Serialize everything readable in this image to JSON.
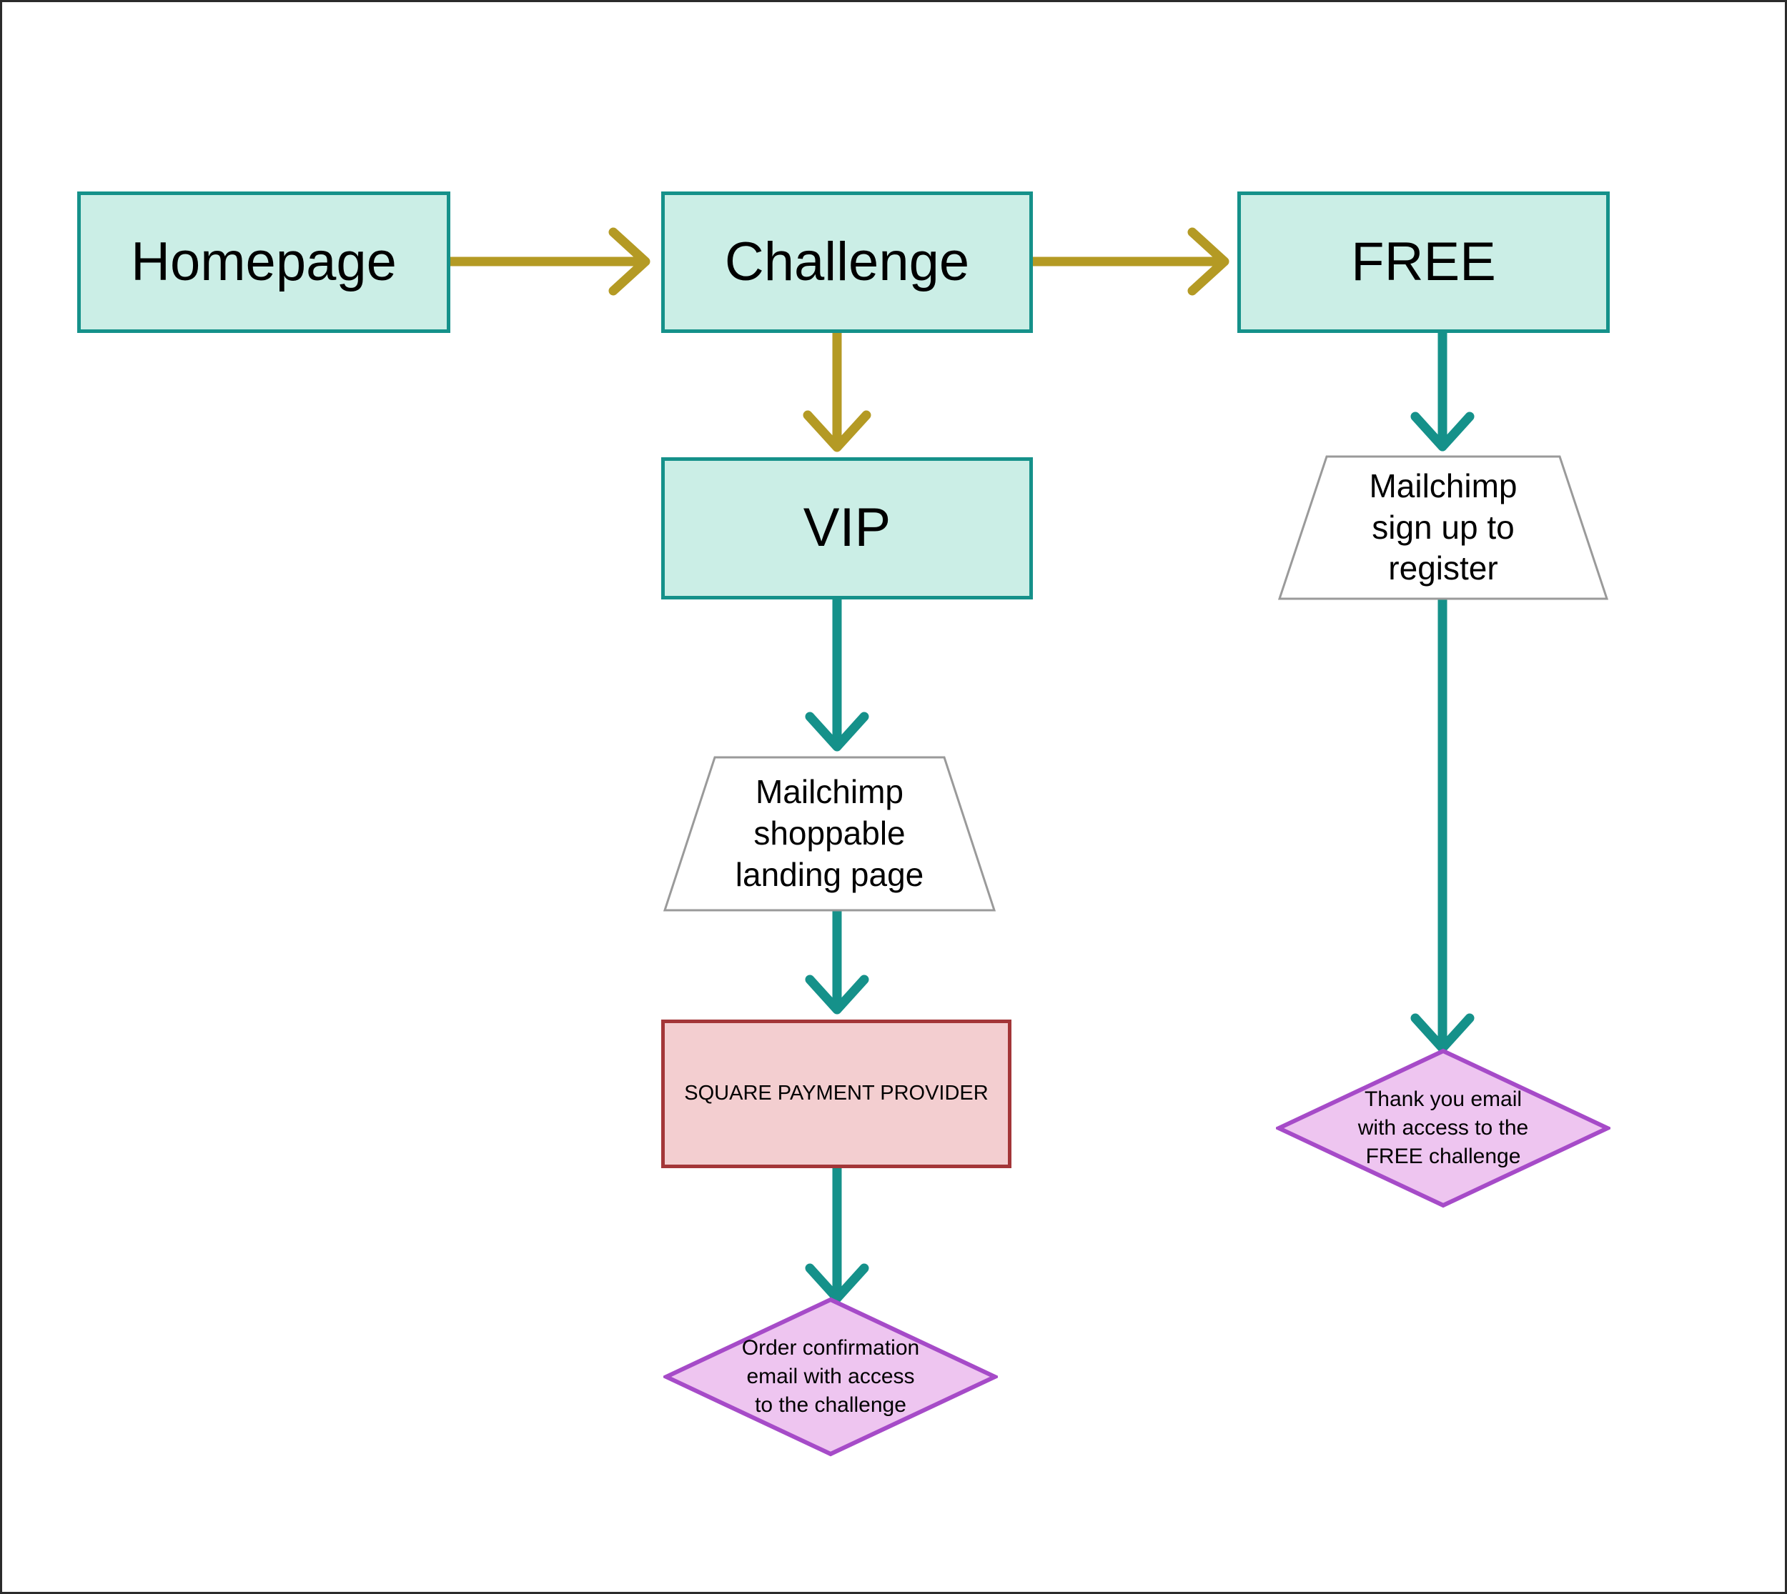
{
  "diagram": {
    "title": "Challenge funnel flowchart",
    "colors": {
      "process_fill": "#cbeee6",
      "process_border": "#15918a",
      "payment_fill": "#f3ced0",
      "payment_border": "#a33638",
      "email_fill": "#eec5f0",
      "email_border": "#a64bc8",
      "manual_fill": "#ffffff",
      "manual_border": "#9a9a9a",
      "arrow_olive": "#b49a24",
      "arrow_teal": "#15918a",
      "canvas_border": "#2b2b2b"
    },
    "nodes": {
      "homepage": {
        "label": "Homepage",
        "shape": "rectangle"
      },
      "challenge": {
        "label": "Challenge",
        "shape": "rectangle"
      },
      "free": {
        "label": "FREE",
        "shape": "rectangle"
      },
      "vip": {
        "label": "VIP",
        "shape": "rectangle"
      },
      "mailchimp_signup": {
        "label": "Mailchimp\nsign up to\nregister",
        "shape": "trapezoid"
      },
      "mailchimp_landing": {
        "label": "Mailchimp\nshoppable\nlanding page",
        "shape": "trapezoid"
      },
      "square_payment": {
        "label": "SQUARE PAYMENT PROVIDER",
        "shape": "rectangle"
      },
      "order_confirmation": {
        "label": "Order confirmation\nemail with access\nto the challenge",
        "shape": "diamond"
      },
      "thank_you": {
        "label": "Thank you email\nwith access to the\nFREE challenge",
        "shape": "diamond"
      }
    },
    "edges": [
      {
        "from": "homepage",
        "to": "challenge",
        "color": "#b49a24",
        "direction": "right"
      },
      {
        "from": "challenge",
        "to": "free",
        "color": "#b49a24",
        "direction": "right"
      },
      {
        "from": "challenge",
        "to": "vip",
        "color": "#b49a24",
        "direction": "down"
      },
      {
        "from": "free",
        "to": "mailchimp_signup",
        "color": "#15918a",
        "direction": "down"
      },
      {
        "from": "vip",
        "to": "mailchimp_landing",
        "color": "#15918a",
        "direction": "down"
      },
      {
        "from": "mailchimp_landing",
        "to": "square_payment",
        "color": "#15918a",
        "direction": "down"
      },
      {
        "from": "square_payment",
        "to": "order_confirmation",
        "color": "#15918a",
        "direction": "down"
      },
      {
        "from": "mailchimp_signup",
        "to": "thank_you",
        "color": "#15918a",
        "direction": "down"
      }
    ]
  }
}
